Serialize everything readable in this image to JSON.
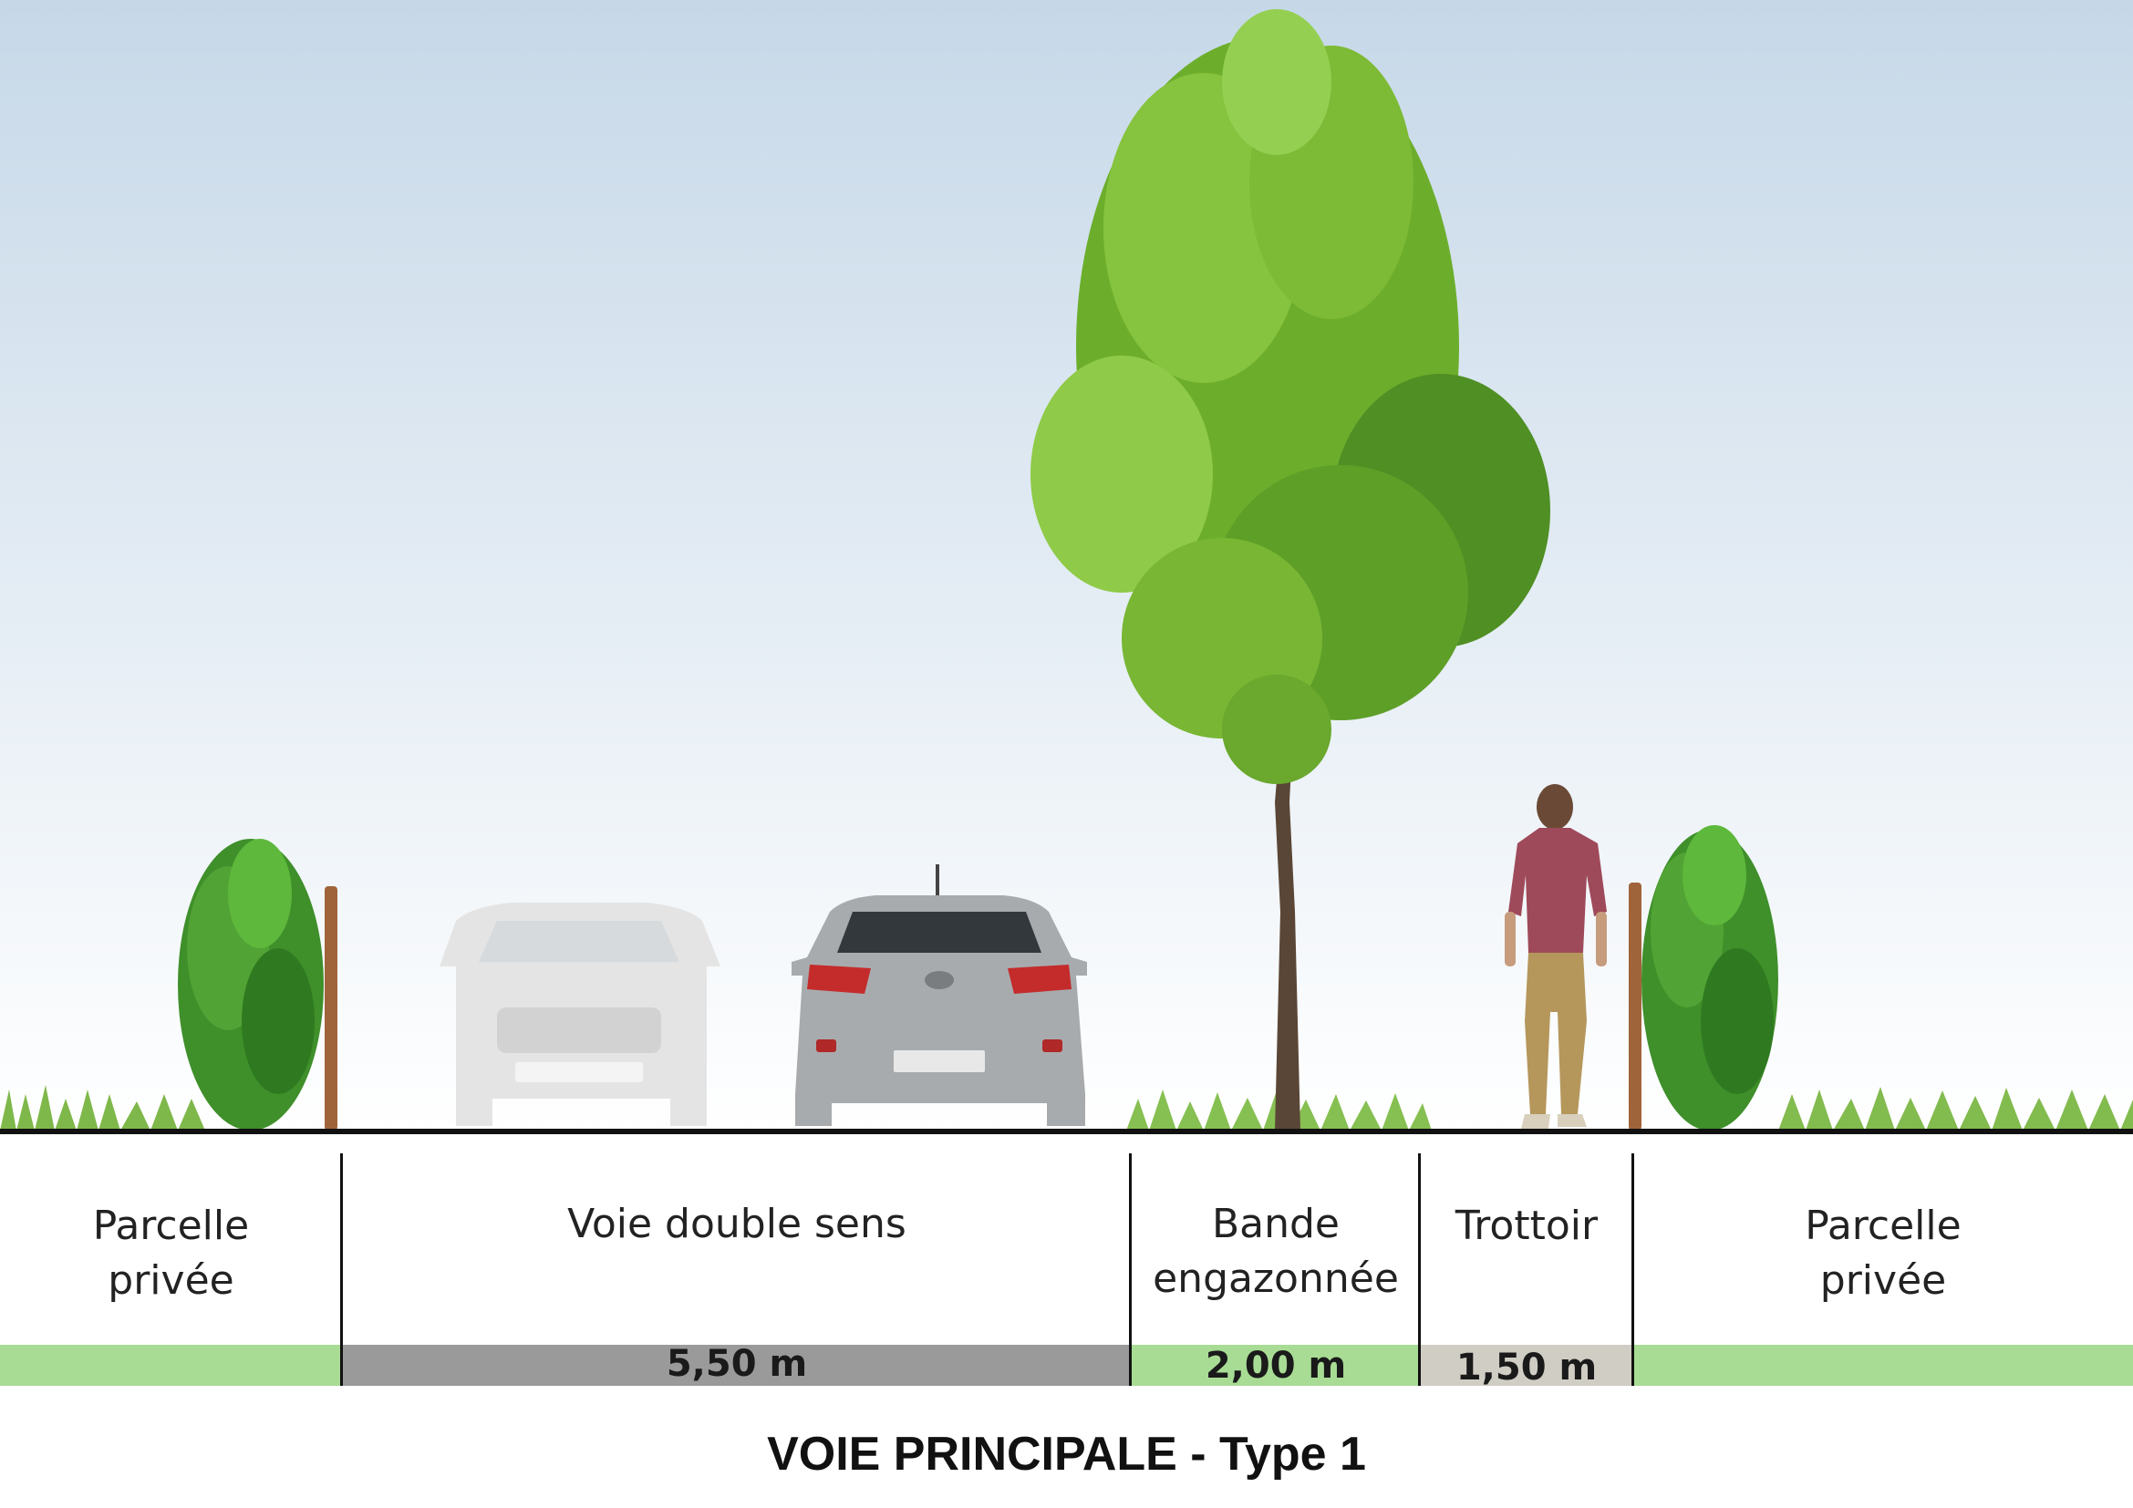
{
  "sections": [
    {
      "id": "parcelle-gauche",
      "label_line1": "Parcelle",
      "label_line2": "privée",
      "width": "",
      "surface": "grass"
    },
    {
      "id": "voie",
      "label_line1": "Voie double sens",
      "label_line2": "",
      "width": "5,50 m",
      "surface": "asphalt"
    },
    {
      "id": "bande",
      "label_line1": "Bande",
      "label_line2": "engazonnée",
      "width": "2,00 m",
      "surface": "grass"
    },
    {
      "id": "trottoir",
      "label_line1": "Trottoir",
      "label_line2": "",
      "width": "1,50 m",
      "surface": "pavement"
    },
    {
      "id": "parcelle-droite",
      "label_line1": "Parcelle",
      "label_line2": "privée",
      "width": "",
      "surface": "grass"
    }
  ],
  "title": "VOIE PRINCIPALE - Type 1",
  "colors": {
    "sky_top": "#c6d8e8",
    "sky_bottom": "#ffffff",
    "grass": "#a8dc94",
    "asphalt": "#9a9a9a",
    "pavement": "#d0cdc5",
    "foliage": "#6cae2c",
    "hedge": "#3f8f2a",
    "car_grey": "#a8abae",
    "car_faded": "#e4e4e4",
    "shirt": "#9e4a5a",
    "trousers": "#b5975c"
  },
  "icons": [
    "tree-icon",
    "hedge-icon",
    "car-icon",
    "pedestrian-icon",
    "post-icon"
  ]
}
